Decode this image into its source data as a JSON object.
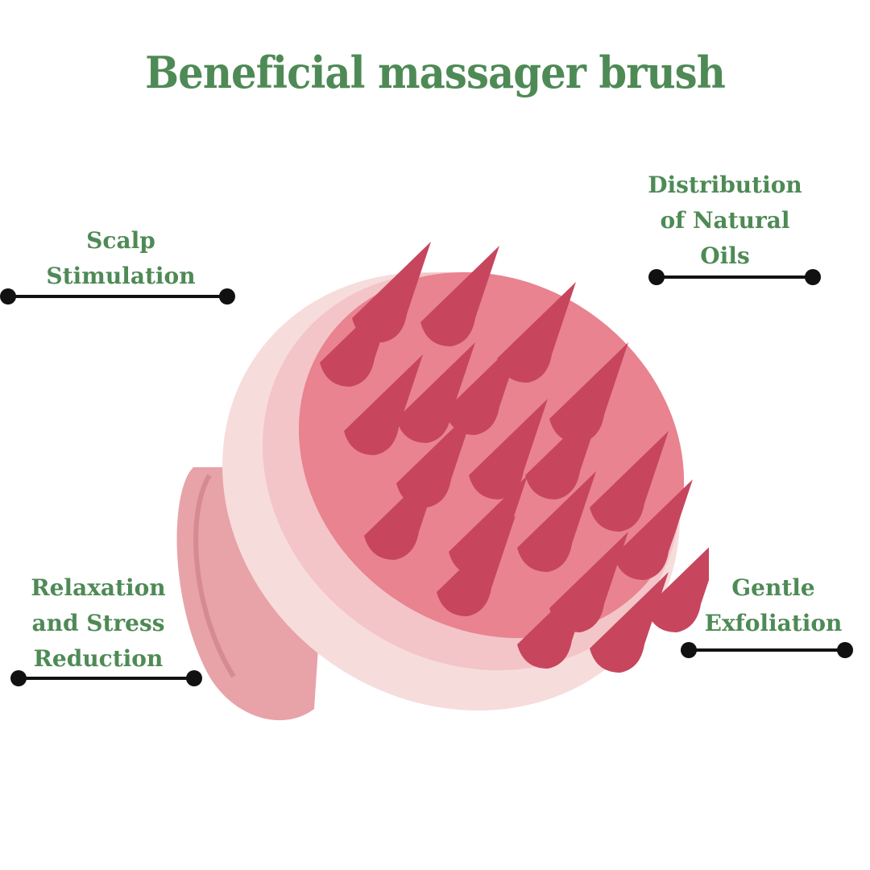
{
  "title": "Beneficial massager brush",
  "colors": {
    "text_green": "#4e8a55",
    "connector": "#111111",
    "shell": "#f6d9d9",
    "pad": "#e57b8a",
    "bristle": "#c9405a"
  },
  "benefits": [
    {
      "id": "scalp-stimulation",
      "lines": [
        "Scalp",
        "Stimulation"
      ]
    },
    {
      "id": "distribution-natural-oils",
      "lines": [
        "Distribution",
        "of Natural",
        "Oils"
      ]
    },
    {
      "id": "relaxation-stress-reduction",
      "lines": [
        "Relaxation",
        "and Stress",
        "Reduction"
      ]
    },
    {
      "id": "gentle-exfoliation",
      "lines": [
        "Gentle",
        "Exfoliation"
      ]
    }
  ],
  "product": {
    "name": "shampoo-massager-brush-image"
  }
}
